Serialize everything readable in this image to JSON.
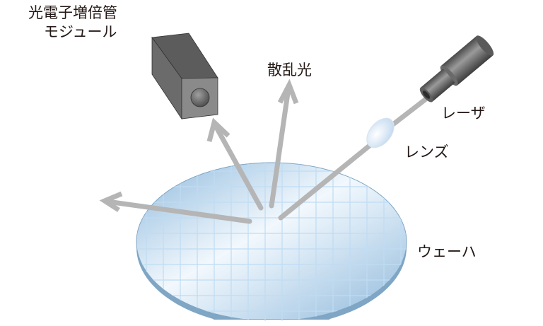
{
  "labels": {
    "pmt_line1": "光電子増倍管",
    "pmt_line2": "モジュール",
    "scattered_light": "散乱光",
    "laser": "レーザ",
    "lens": "レンズ",
    "wafer": "ウェーハ"
  },
  "colors": {
    "wafer_fill": "#a9cbe6",
    "wafer_edge": "#7fa6c4",
    "beam": "#b5b5b5",
    "pmt_body": "#6e6e6e"
  }
}
